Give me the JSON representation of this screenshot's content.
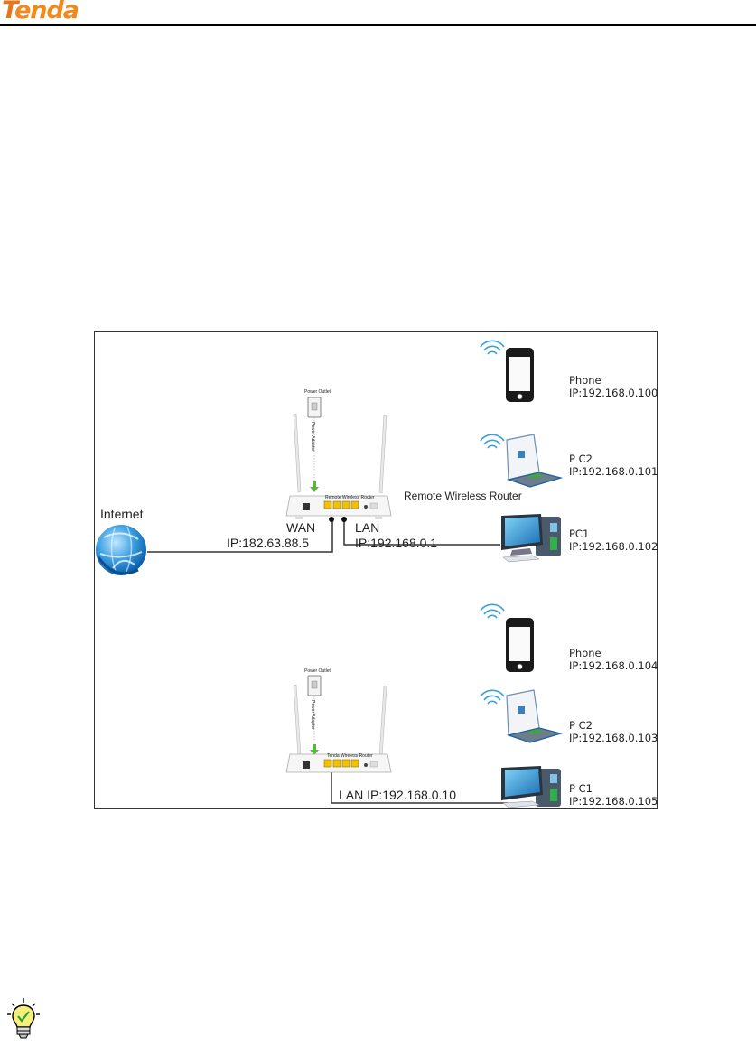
{
  "header": {
    "logo_first": "T",
    "logo_rest": "enda"
  },
  "colors": {
    "logo": "#f08a1c",
    "cable": "#333333",
    "ports": "#f2c200",
    "wifi": "#3aa0dc"
  },
  "diagram": {
    "internet_label": "Internet",
    "wan_label": "WAN",
    "wan_ip": "IP:182.63.88.5",
    "lan_label": "LAN",
    "lan_ip": "IP:192.168.0.1",
    "remote_router_label": "Remote Wireless Router",
    "top_router_panel_text": "Remote Wireless Router",
    "bottom_router_panel_text": "Tenda Wireless Router",
    "power_outlet_text": "Power Outlet",
    "power_adapter_text": "Power Adapter",
    "bottom_lan": "LAN IP:192.168.0.10",
    "top_devices": [
      {
        "name": "Phone",
        "ip": "IP:192.168.0.100",
        "icon": "phone-icon"
      },
      {
        "name": "P C2",
        "ip": "IP:192.168.0.101",
        "icon": "laptop-icon"
      },
      {
        "name": "PC1",
        "ip": "IP:192.168.0.102",
        "icon": "desktop-icon"
      }
    ],
    "bottom_devices": [
      {
        "name": "Phone",
        "ip": "IP:192.168.0.104",
        "icon": "phone-icon"
      },
      {
        "name": "P C2",
        "ip": "IP:192.168.0.103",
        "icon": "laptop-icon"
      },
      {
        "name": "P C1",
        "ip": "IP:192.168.0.105",
        "icon": "desktop-icon"
      }
    ]
  },
  "footer": {
    "tip_icon": "lightbulb-icon"
  }
}
